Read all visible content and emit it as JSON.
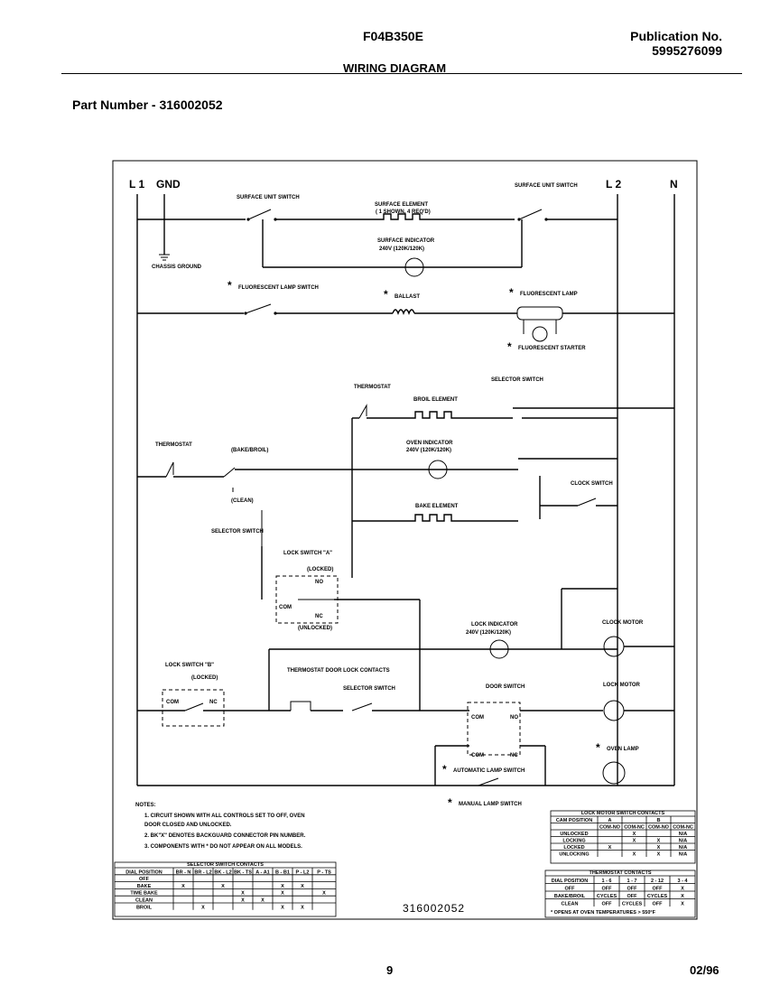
{
  "header": {
    "model": "F04B350E",
    "title": "WIRING DIAGRAM",
    "publication_label": "Publication No.",
    "publication_number": "5995276099",
    "part_number": "Part Number - 316002052"
  },
  "diagram": {
    "lines": {
      "l1": "L 1",
      "gnd": "GND",
      "l2": "L 2",
      "n": "N"
    },
    "labels": {
      "surface_switch_left": "SURFACE UNIT SWITCH",
      "surface_element": "SURFACE ELEMENT",
      "surface_element_sub": "( 1 SHOWN, 4 REQ'D)",
      "surface_switch_right": "SURFACE UNIT SWITCH",
      "surface_indicator": "SURFACE INDICATOR",
      "surface_indicator_sub": "240V (120K/120K)",
      "chassis_ground": "CHASSIS GROUND",
      "fluor_switch": "FLUORESCENT LAMP SWITCH",
      "ballast": "BALLAST",
      "fluor_lamp": "FLUORESCENT LAMP",
      "fluor_starter": "FLUORESCENT STARTER",
      "thermostat_top": "THERMOSTAT",
      "broil_element": "BROIL ELEMENT",
      "selector_switch_top": "SELECTOR SWITCH",
      "thermostat_left": "THERMOSTAT",
      "bake_broil": "(BAKE/BROIL)",
      "oven_indicator": "OVEN INDICATOR",
      "oven_indicator_sub": "240V (120K/120K)",
      "clock_switch": "CLOCK SWITCH",
      "clean": "(CLEAN)",
      "bake_element": "BAKE ELEMENT",
      "selector_switch_left": "SELECTOR SWITCH",
      "lock_switch_a": "LOCK SWITCH \"A\"",
      "locked": "(LOCKED)",
      "unlocked": "(UNLOCKED)",
      "lock_indicator": "LOCK INDICATOR",
      "lock_indicator_sub": "240V (120K/120K)",
      "clock_motor": "CLOCK MOTOR",
      "lock_switch_b": "LOCK SWITCH \"B\"",
      "locked_b": "(LOCKED)",
      "thermostat_door": "THERMOSTAT DOOR LOCK CONTACTS",
      "selector_switch_bottom": "SELECTOR SWITCH",
      "door_switch": "DOOR SWITCH",
      "lock_motor": "LOCK MOTOR",
      "oven_lamp": "OVEN LAMP",
      "auto_lamp_switch": "AUTOMATIC LAMP SWITCH",
      "manual_lamp_switch": "MANUAL LAMP SWITCH",
      "com": "COM",
      "no": "NO",
      "nc": "NC",
      "star": "*"
    },
    "notes": {
      "title": "NOTES:",
      "items": [
        "1.   CIRCUIT SHOWN WITH ALL CONTROLS SET TO OFF, OVEN",
        "      DOOR CLOSED AND UNLOCKED.",
        "2.   BK\"X\" DENOTES BACKGUARD CONNECTOR PIN NUMBER.",
        "3.   COMPONENTS WITH * DO NOT APPEAR ON ALL MODELS."
      ]
    },
    "footer_code": "316002052"
  },
  "selector_table": {
    "title": "SELECTOR SWITCH CONTACTS",
    "headers": [
      "DIAL POSITION",
      "BR - N",
      "BR - L2",
      "BK - L2",
      "BK - TS",
      "A - A1",
      "B - B1",
      "P - L2",
      "P - TS"
    ],
    "rows": [
      [
        "OFF",
        "",
        "",
        "",
        "",
        "",
        "",
        "",
        ""
      ],
      [
        "BAKE",
        "X",
        "",
        "X",
        "",
        "",
        "X",
        "X",
        ""
      ],
      [
        "TIME BAKE",
        "",
        "",
        "",
        "X",
        "",
        "X",
        "",
        "X"
      ],
      [
        "CLEAN",
        "",
        "",
        "",
        "X",
        "X",
        "",
        "",
        ""
      ],
      [
        "BROIL",
        "",
        "X",
        "",
        "",
        "",
        "X",
        "X",
        ""
      ]
    ]
  },
  "lock_table": {
    "title": "LOCK MOTOR SWITCH CONTACTS",
    "headers": [
      "CAM POSITION",
      "A",
      "",
      "B",
      ""
    ],
    "subheaders": [
      "",
      "COM-NO",
      "COM-NC",
      "COM-NO",
      "COM-NC"
    ],
    "rows": [
      [
        "UNLOCKED",
        "",
        "X",
        "",
        "N/A"
      ],
      [
        "LOCKING",
        "",
        "X",
        "X",
        "N/A"
      ],
      [
        "LOCKED",
        "X",
        "",
        "X",
        "N/A"
      ],
      [
        "UNLOCKING",
        "",
        "X",
        "X",
        "N/A"
      ]
    ]
  },
  "thermo_table": {
    "title": "THERMOSTAT CONTACTS",
    "headers": [
      "DIAL POSITION",
      "1 - 6",
      "1 - 7",
      "2 - 12",
      "3 - 4"
    ],
    "rows": [
      [
        "OFF",
        "OFF",
        "OFF",
        "OFF",
        "X"
      ],
      [
        "BAKE/BROIL",
        "CYCLES",
        "OFF",
        "CYCLES",
        "X"
      ],
      [
        "CLEAN",
        "OFF",
        "CYCLES",
        "OFF",
        "X"
      ]
    ],
    "footnote": "* OPENS AT OVEN TEMPERATURES > 550°F"
  },
  "footer": {
    "page": "9",
    "date": "02/96"
  }
}
